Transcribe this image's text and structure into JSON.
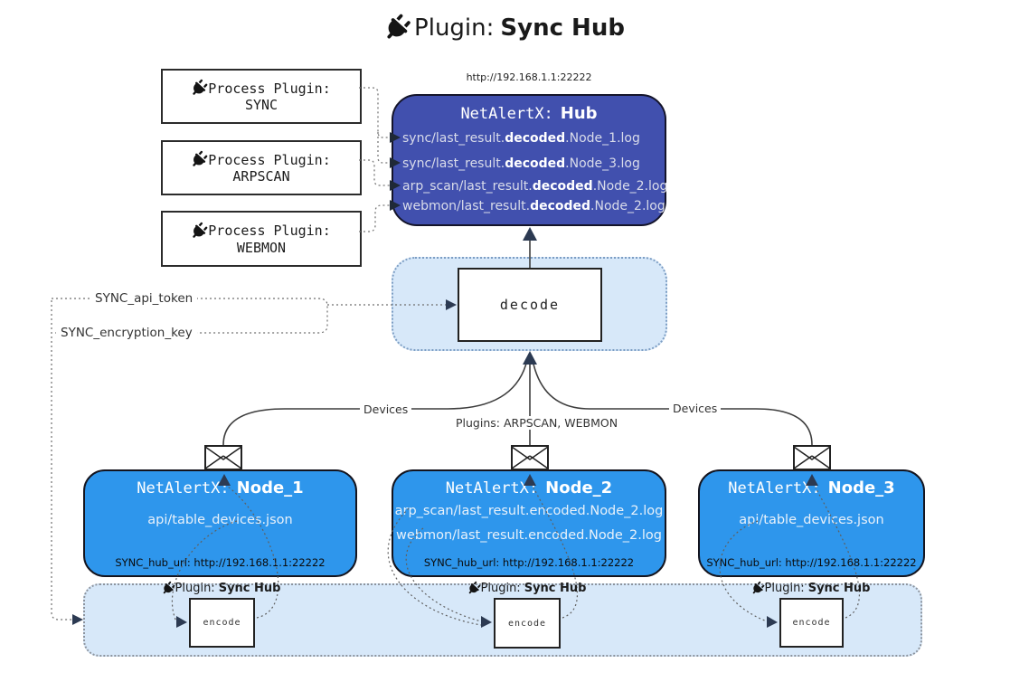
{
  "title": {
    "prefix": "Plugin:",
    "name": "Sync Hub"
  },
  "process_plugins": [
    {
      "label": "Process Plugin:",
      "name": "SYNC"
    },
    {
      "label": "Process Plugin:",
      "name": "ARPSCAN"
    },
    {
      "label": "Process Plugin:",
      "name": "WEBMON"
    }
  ],
  "hub": {
    "url": "http://192.168.1.1:22222",
    "title_prefix": "NetAlertX:",
    "title_name": "Hub",
    "lines": [
      {
        "pre": "sync/last_result.",
        "bold": "decoded",
        "post": ".Node_1.log"
      },
      {
        "pre": "sync/last_result.",
        "bold": "decoded",
        "post": ".Node_3.log"
      },
      {
        "pre": "arp_scan/last_result.",
        "bold": "decoded",
        "post": ".Node_2.log"
      },
      {
        "pre": "webmon/last_result.",
        "bold": "decoded",
        "post": ".Node_2.log"
      }
    ]
  },
  "decode": {
    "label": "decode"
  },
  "tokens": {
    "api_token": "SYNC_api_token",
    "encryption_key": "SYNC_encryption_key"
  },
  "edges": {
    "devices_left": "Devices",
    "plugins_mid": "Plugins: ARPSCAN, WEBMON",
    "devices_right": "Devices"
  },
  "nodes": [
    {
      "title_prefix": "NetAlertX:",
      "title_name": "Node_1",
      "files": [
        "api/table_devices.json"
      ],
      "hub_url": "SYNC_hub_url: http://192.168.1.1:22222"
    },
    {
      "title_prefix": "NetAlertX:",
      "title_name": "Node_2",
      "files": [
        "arp_scan/last_result.encoded.Node_2.log",
        "webmon/last_result.encoded.Node_2.log"
      ],
      "hub_url": "SYNC_hub_url: http://192.168.1.1:22222"
    },
    {
      "title_prefix": "NetAlertX:",
      "title_name": "Node_3",
      "files": [
        "api/table_devices.json"
      ],
      "hub_url": "SYNC_hub_url: http://192.168.1.1:22222"
    }
  ],
  "encode_band": {
    "plugin_prefix": "Plugin:",
    "plugin_name": "Sync Hub",
    "encode_label": "encode"
  },
  "colors": {
    "hub_fill": "#4150ae",
    "node_fill": "#2e96ec",
    "band_fill": "#d7e8f9",
    "arrow_dark": "#2c3a52",
    "dotted_gray": "#777777"
  }
}
